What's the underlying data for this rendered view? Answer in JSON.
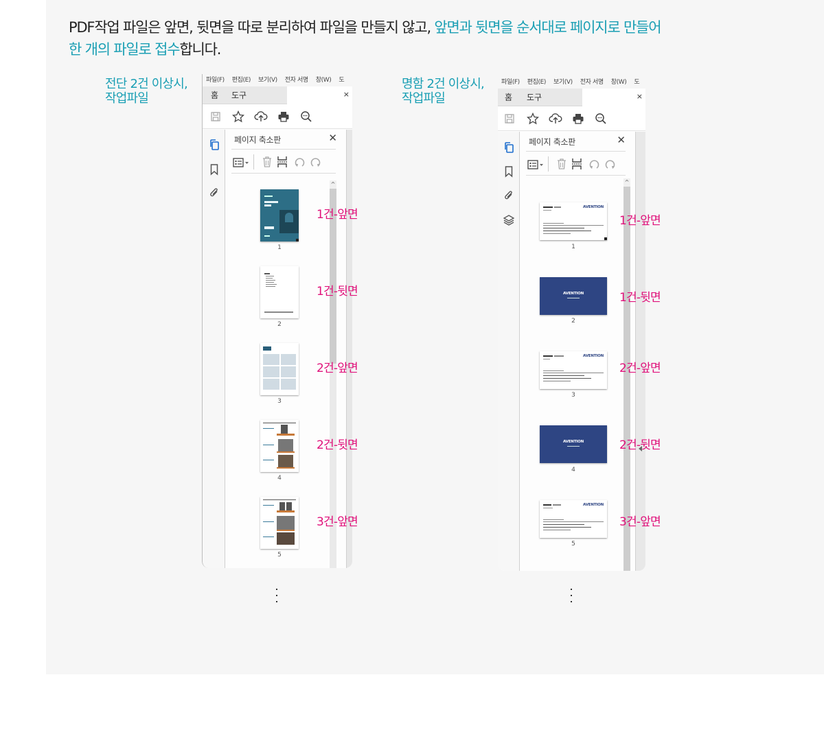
{
  "intro": {
    "plain_1": "PDF작업 파일은 앞면, 뒷면을 따로 분리하여 파일을 만들지 않고, ",
    "highlight_1": "앞면과 뒷면을 순서대로 페이지로 만들어",
    "highlight_2": "한 개의 파일로 접수",
    "plain_2": "합니다."
  },
  "colors": {
    "accent": "#1a9fb4",
    "label": "#e0117a",
    "panel_bg": "#f6f6f6",
    "card_blue": "#2e4583"
  },
  "examples": [
    {
      "title_line1": "전단 2건 이상시,",
      "title_line2": "작업파일",
      "window": {
        "menu": [
          "파일(F)",
          "편집(E)",
          "보기(V)",
          "전자 서명",
          "창(W)",
          "도"
        ],
        "tabs": [
          "홈",
          "도구"
        ],
        "close": "×",
        "toolbar_icons": [
          "save-icon",
          "star-icon",
          "upload-cloud-icon",
          "print-icon",
          "zoom-search-icon"
        ],
        "rail_icons": [
          "page-thumbnails-icon",
          "bookmark-icon",
          "attachment-icon"
        ],
        "panel_title": "페이지 축소판",
        "panel_close": "✕",
        "panel_tools": [
          "options-menu-icon",
          "delete-icon",
          "insert-page-icon",
          "rotate-left-icon",
          "rotate-right-icon"
        ],
        "scroll_up": "^",
        "pages": [
          {
            "number": "1",
            "label": "1건-앞면"
          },
          {
            "number": "2",
            "label": "1건-뒷면"
          },
          {
            "number": "3",
            "label": "2건-앞면"
          },
          {
            "number": "4",
            "label": "2건-뒷면"
          },
          {
            "number": "5",
            "label": "3건-앞면"
          }
        ]
      },
      "continuation": "⋮"
    },
    {
      "title_line1": "명함 2건 이상시,",
      "title_line2": "작업파일",
      "window": {
        "menu": [
          "파일(F)",
          "편집(E)",
          "보기(V)",
          "전자 서명",
          "창(W)",
          "도"
        ],
        "tabs": [
          "홈",
          "도구"
        ],
        "close": "×",
        "toolbar_icons": [
          "save-icon",
          "star-icon",
          "upload-cloud-icon",
          "print-icon",
          "zoom-search-icon"
        ],
        "rail_icons": [
          "page-thumbnails-icon",
          "bookmark-icon",
          "attachment-icon",
          "layers-icon"
        ],
        "panel_title": "페이지 축소판",
        "panel_close": "✕",
        "panel_tools": [
          "options-menu-icon",
          "delete-icon",
          "insert-page-icon",
          "rotate-left-icon",
          "rotate-right-icon"
        ],
        "scroll_up": "^",
        "brand": "AVENTION",
        "pages": [
          {
            "number": "1",
            "label": "1건-앞면"
          },
          {
            "number": "2",
            "label": "1건-뒷면"
          },
          {
            "number": "3",
            "label": "2건-앞면"
          },
          {
            "number": "4",
            "label": "2건-뒷면"
          },
          {
            "number": "5",
            "label": "3건-앞면"
          }
        ]
      },
      "continuation": "⋮"
    }
  ]
}
